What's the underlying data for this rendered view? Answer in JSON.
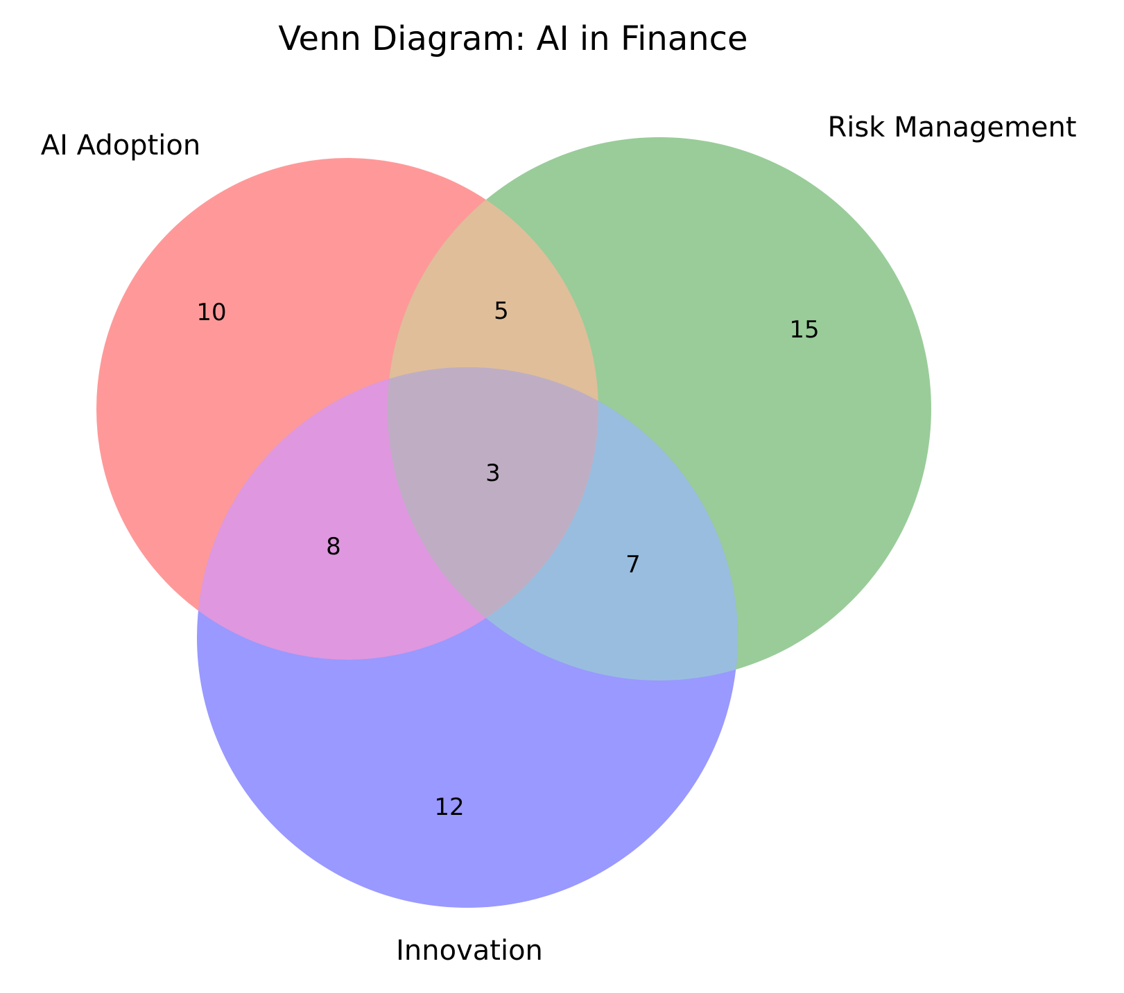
{
  "title": "Venn Diagram: AI in Finance",
  "sets": [
    {
      "key": "ai_adoption",
      "label": "AI Adoption",
      "color": "#ff9999"
    },
    {
      "key": "risk_management",
      "label": "Risk Management",
      "color": "#99cc99"
    },
    {
      "key": "innovation",
      "label": "Innovation",
      "color": "#9999ff"
    }
  ],
  "regions": {
    "ai_adoption_only": "10",
    "risk_management_only": "15",
    "innovation_only": "12",
    "ai_adoption_and_risk_management": "5",
    "ai_adoption_and_innovation": "8",
    "risk_management_and_innovation": "7",
    "all_three": "3"
  },
  "region_colors": {
    "ai_adoption_and_risk_management": "#e0be99",
    "ai_adoption_and_innovation": "#df97df",
    "risk_management_and_innovation": "#99bddf",
    "all_three": "#bfaec3"
  }
}
